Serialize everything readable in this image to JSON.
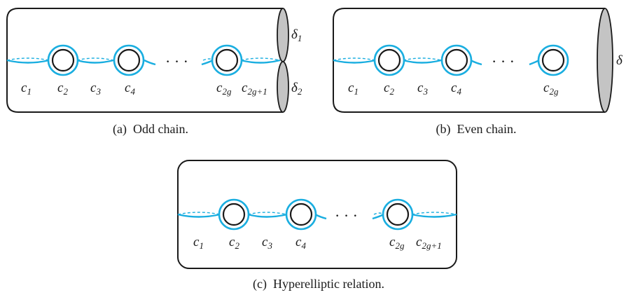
{
  "panels": {
    "a": {
      "caption_tag": "(a)",
      "caption_text": "Odd chain.",
      "curves": [
        {
          "letter": "c",
          "sub": "1"
        },
        {
          "letter": "c",
          "sub": "2"
        },
        {
          "letter": "c",
          "sub": "3"
        },
        {
          "letter": "c",
          "sub": "4"
        },
        {
          "letter": "c",
          "sub": "2g"
        },
        {
          "letter": "c",
          "sub": "2g+1"
        }
      ],
      "boundaries": [
        {
          "letter": "δ",
          "sub": "1"
        },
        {
          "letter": "δ",
          "sub": "2"
        }
      ],
      "ellipsis": "· · ·"
    },
    "b": {
      "caption_tag": "(b)",
      "caption_text": "Even chain.",
      "curves": [
        {
          "letter": "c",
          "sub": "1"
        },
        {
          "letter": "c",
          "sub": "2"
        },
        {
          "letter": "c",
          "sub": "3"
        },
        {
          "letter": "c",
          "sub": "4"
        },
        {
          "letter": "c",
          "sub": "2g"
        }
      ],
      "boundaries": [
        {
          "letter": "δ",
          "sub": ""
        }
      ],
      "ellipsis": "· · ·"
    },
    "c": {
      "caption_tag": "(c)",
      "caption_text": "Hyperelliptic relation.",
      "curves": [
        {
          "letter": "c",
          "sub": "1"
        },
        {
          "letter": "c",
          "sub": "2"
        },
        {
          "letter": "c",
          "sub": "3"
        },
        {
          "letter": "c",
          "sub": "4"
        },
        {
          "letter": "c",
          "sub": "2g"
        },
        {
          "letter": "c",
          "sub": "2g+1"
        }
      ],
      "ellipsis": "· · ·"
    }
  },
  "colors": {
    "curve": "#1aaee0",
    "outline": "#1a1a1a",
    "boundary_fill": "#c4c4c4"
  }
}
